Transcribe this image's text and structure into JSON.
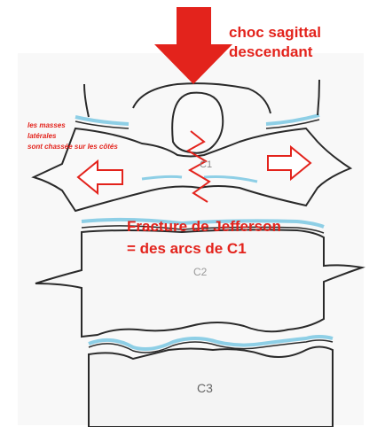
{
  "mechanism": {
    "line1": "choc sagittal",
    "line2": "descendant"
  },
  "lateral_note": {
    "line1": "les masses",
    "line2": "latérales",
    "line3": "sont chassée sur les côtés"
  },
  "fracture": {
    "line1": "Fracture de Jefferson",
    "line2": "= des arcs de C1"
  },
  "vertebrae": {
    "c1": "C1",
    "c2": "C2",
    "c3": "C3"
  },
  "colors": {
    "annotation": "#e3231c",
    "disc": "#8ecfe6",
    "paper": "#ffffff",
    "pencil": "#2a2a2a"
  }
}
